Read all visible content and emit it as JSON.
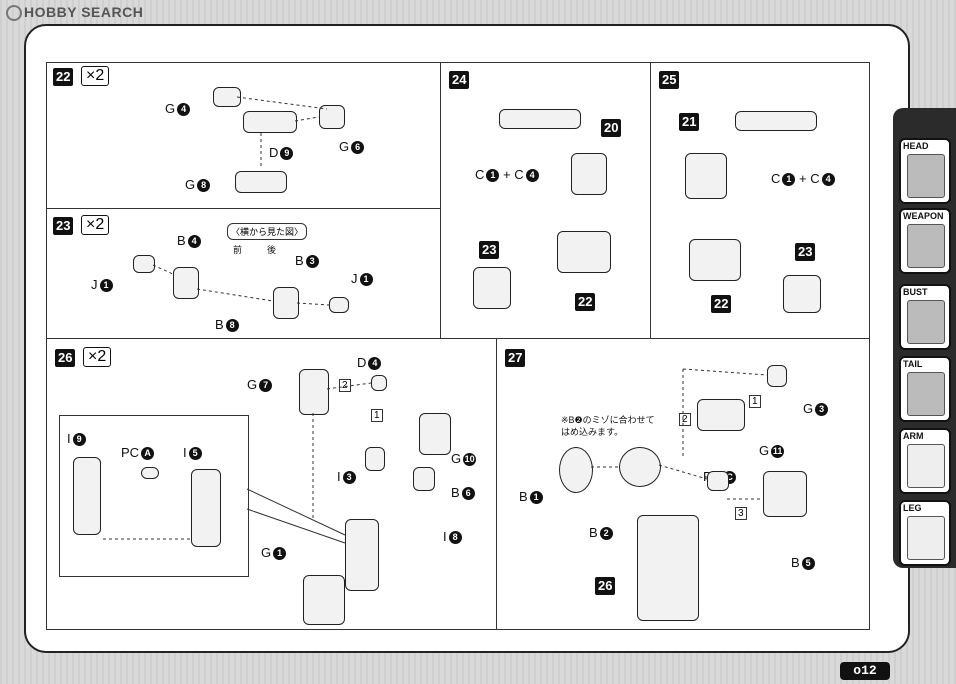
{
  "watermark": "HOBBY SEARCH",
  "page_number": "o12",
  "side_tabs": [
    {
      "label": "HEAD",
      "icon": "head-icon"
    },
    {
      "label": "WEAPON",
      "icon": "weapon-icon"
    },
    {
      "label": "BUST",
      "icon": "bust-icon"
    },
    {
      "label": "TAIL",
      "icon": "tail-icon"
    },
    {
      "label": "ARM",
      "icon": "arm-icon"
    },
    {
      "label": "LEG",
      "icon": "leg-icon"
    }
  ],
  "steps": {
    "s22": {
      "number": "22",
      "qty": "×2",
      "labels": [
        {
          "t": "G",
          "n": "4"
        },
        {
          "t": "D",
          "n": "9"
        },
        {
          "t": "G",
          "n": "6"
        },
        {
          "t": "G",
          "n": "8"
        }
      ]
    },
    "s23": {
      "number": "23",
      "qty": "×2",
      "callout": "〈横から見た図〉",
      "callout_front": "前",
      "callout_back": "後",
      "labels": [
        {
          "t": "B",
          "n": "4"
        },
        {
          "t": "J",
          "n": "1"
        },
        {
          "t": "B",
          "n": "3"
        },
        {
          "t": "J",
          "n": "1"
        },
        {
          "t": "B",
          "n": "8"
        }
      ]
    },
    "s24": {
      "number": "24",
      "labels": [
        {
          "t": "C",
          "n": "1",
          "plus": "+ C",
          "n2": "4"
        }
      ],
      "refs": [
        "20",
        "23",
        "22"
      ]
    },
    "s25": {
      "number": "25",
      "labels": [
        {
          "t": "C",
          "n": "1",
          "plus": "+ C",
          "n2": "4"
        }
      ],
      "refs": [
        "21",
        "22",
        "23"
      ]
    },
    "s26": {
      "number": "26",
      "qty": "×2",
      "labels": [
        {
          "t": "D",
          "n": "4"
        },
        {
          "t": "G",
          "n": "7"
        },
        {
          "t": "G",
          "n": "10"
        },
        {
          "t": "I",
          "n": "3"
        },
        {
          "t": "B",
          "n": "6"
        },
        {
          "t": "I",
          "n": "8"
        },
        {
          "t": "G",
          "n": "1"
        },
        {
          "t": "I",
          "n": "9"
        },
        {
          "t": "PC",
          "n": "A"
        },
        {
          "t": "I",
          "n": "5"
        }
      ],
      "seq": [
        "2",
        "1"
      ]
    },
    "s27": {
      "number": "27",
      "note_line1": "※B❷のミゾに合わせて",
      "note_line2": "はめ込みます。",
      "labels": [
        {
          "t": "G",
          "n": "3"
        },
        {
          "t": "G",
          "n": "11"
        },
        {
          "t": "PC",
          "n": "C"
        },
        {
          "t": "B",
          "n": "1"
        },
        {
          "t": "B",
          "n": "2"
        },
        {
          "t": "B",
          "n": "5"
        }
      ],
      "seq": [
        "1",
        "2",
        "3"
      ],
      "refs": [
        "26"
      ]
    }
  }
}
